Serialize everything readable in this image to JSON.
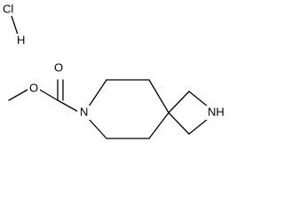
{
  "diagram": {
    "type": "chemical-structure",
    "atoms": {
      "cl": "Cl",
      "h": "H",
      "o_carbonyl": "O",
      "o_ester": "O",
      "n_piperidine": "N",
      "n_azetidine": "NH"
    }
  }
}
